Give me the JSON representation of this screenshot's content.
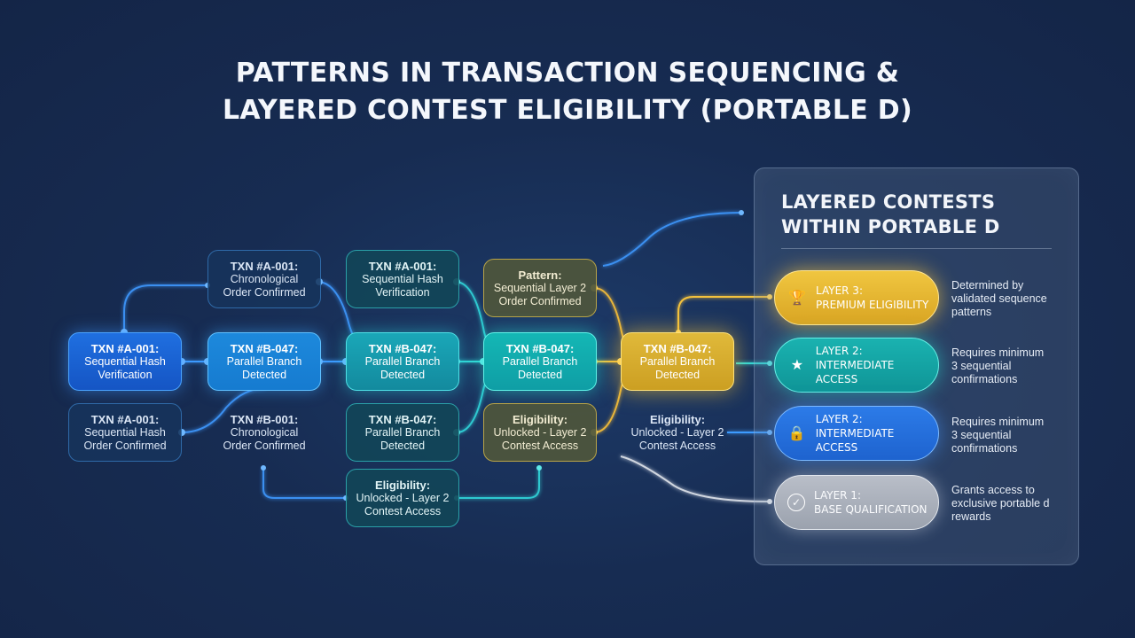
{
  "title": {
    "line1": "PATTERNS IN TRANSACTION SEQUENCING &",
    "line2": "LAYERED CONTEST ELIGIBILITY (PORTABLE D)"
  },
  "nodes": {
    "c1_mid": {
      "l1": "TXN #A-001:",
      "l2": "Sequential Hash",
      "l3": "Verification"
    },
    "c1_low": {
      "l1": "TXN #A-001:",
      "l2": "Sequential Hash",
      "l3": "Order Confirmed"
    },
    "c2_top": {
      "l1": "TXN #A-001:",
      "l2": "Chronological",
      "l3": "Order Confirmed"
    },
    "c2_mid": {
      "l1": "TXN #B-047:",
      "l2": "Parallel Branch",
      "l3": "Detected"
    },
    "c2_low": {
      "l1": "TXN #B-001:",
      "l2": "Chronological",
      "l3": "Order Confirmed"
    },
    "c3_top": {
      "l1": "TXN #A-001:",
      "l2": "Sequential Hash",
      "l3": "Verification"
    },
    "c3_mid": {
      "l1": "TXN #B-047:",
      "l2": "Parallel Branch",
      "l3": "Detected"
    },
    "c3_low": {
      "l1": "TXN #B-047:",
      "l2": "Parallel Branch",
      "l3": "Detected"
    },
    "c3_bot": {
      "l1": "Eligibility:",
      "l2": "Unlocked - Layer 2",
      "l3": "Contest Access"
    },
    "c4_top": {
      "l1": "Pattern:",
      "l2": "Sequential Layer 2",
      "l3": "Order Confirmed"
    },
    "c4_mid": {
      "l1": "TXN #B-047:",
      "l2": "Parallel Branch",
      "l3": "Detected"
    },
    "c4_low": {
      "l1": "Eligibility:",
      "l2": "Unlocked - Layer 2",
      "l3": "Contest Access"
    },
    "c5_mid": {
      "l1": "TXN #B-047:",
      "l2": "Parallel Branch",
      "l3": "Detected"
    },
    "c5_low": {
      "l1": "Eligibility:",
      "l2": "Unlocked - Layer 2",
      "l3": "Contest Access"
    }
  },
  "panel": {
    "title_line1": "LAYERED CONTESTS",
    "title_line2": "WITHIN PORTABLE D",
    "layers": [
      {
        "l1": "LAYER 3:",
        "l2": "PREMIUM ELIGIBILITY",
        "icon": "trophy-icon",
        "glyph": "🏆",
        "d1": "Determined by",
        "d2": "validated sequence",
        "d3": "patterns"
      },
      {
        "l1": "LAYER 2:",
        "l2": "INTERMEDIATE ACCESS",
        "icon": "star-icon",
        "glyph": "★",
        "d1": "Requires minimum",
        "d2": "3 sequential",
        "d3": "confirmations"
      },
      {
        "l1": "LAYER 2:",
        "l2": "INTERMEDIATE ACCESS",
        "icon": "lock-icon",
        "glyph": "🔒",
        "d1": "Requires minimum",
        "d2": "3 sequential",
        "d3": "confirmations"
      },
      {
        "l1": "LAYER 1:",
        "l2": "BASE QUALIFICATION",
        "icon": "check-circle-icon",
        "glyph": "✓",
        "d1": "Grants access to",
        "d2": "exclusive portable d",
        "d3": "rewards"
      }
    ]
  },
  "colors": {
    "blue": "#3d9bff",
    "teal": "#33d6d6",
    "gold": "#f4c23c",
    "grey": "#d0d6e0"
  }
}
